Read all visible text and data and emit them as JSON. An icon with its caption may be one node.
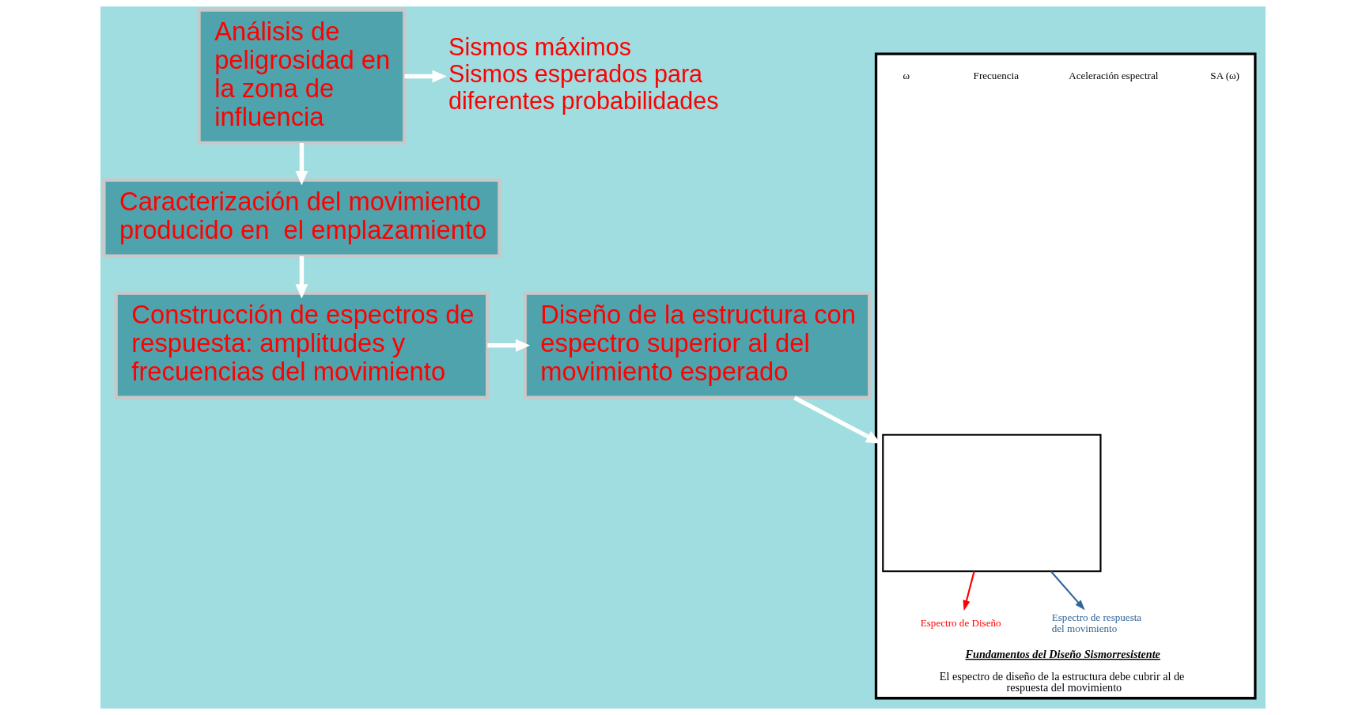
{
  "diagram": {
    "nodes": [
      {
        "text": [
          "Análisis de peligrosidad en la zona de influencia"
        ]
      },
      {
        "text": [
          "Sismos máximos",
          "Sismos esperados para diferentes probabilidades"
        ]
      },
      {
        "text": [
          "Fundamentos del Diseño Sismorresistente",
          "El espectro de diseño de la estructura debe cubrir al de respuesta del movimiento"
        ]
      },
      {
        "text": [],
        "shape": "box",
        "in": 2
      },
      {
        "text": [
          "Espectro de Diseño"
        ],
        "in": 2
      },
      {
        "text": [
          "Espectro de respuesta del movimiento"
        ],
        "in": 2
      },
      {
        "text": [
          "Caracterización del movimiento producido en  el emplazamiento"
        ]
      },
      {
        "text": [
          "Construcción de espectros de respuesta: amplitudes y frecuencias del movimiento"
        ]
      },
      {
        "text": [
          "Diseño de la estructura con espectro superior al del movimiento esperado"
        ]
      }
    ],
    "edges": [
      {
        "from": 0,
        "to": 1,
        "arrow": "to"
      },
      {
        "from": 0,
        "to": 6,
        "arrow": "to"
      },
      {
        "from": 6,
        "to": 7,
        "arrow": "to"
      },
      {
        "from": 7,
        "to": 8,
        "arrow": "to"
      },
      {
        "from": 8,
        "to": 2,
        "arrow": "to"
      },
      {
        "from": 3,
        "to": 4,
        "arrow": "to",
        "color": "#ff0000"
      },
      {
        "from": 3,
        "to": 5,
        "arrow": "to",
        "color": "#336699"
      }
    ],
    "labels": [
      "SA (ω)",
      "Aceleración espectral",
      "Frecuencia",
      "ω"
    ]
  }
}
